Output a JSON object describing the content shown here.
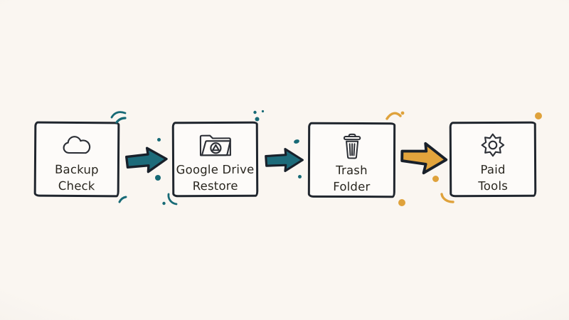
{
  "figure": {
    "type": "flow-diagram",
    "background": "#faf6f1",
    "box_fill": "#fdfbf9",
    "outline_color": "#20262e",
    "text_color": "#29261f",
    "teal": "#1d6b7a",
    "orange": "#e2a43c"
  },
  "steps": [
    {
      "lines": [
        "Backup",
        "Check"
      ],
      "icon": "cloud-icon"
    },
    {
      "lines": [
        "Google Drive",
        "Restore"
      ],
      "icon": "google-drive-folder-icon"
    },
    {
      "lines": [
        "Trash",
        "Folder"
      ],
      "icon": "trash-icon"
    },
    {
      "lines": [
        "Paid",
        "Tools"
      ],
      "icon": "gear-icon"
    }
  ],
  "arrows": [
    {
      "from": "Backup Check",
      "to": "Google Drive Restore",
      "color": "#1d6b7a"
    },
    {
      "from": "Google Drive Restore",
      "to": "Trash Folder",
      "color": "#1d6b7a"
    },
    {
      "from": "Trash Folder",
      "to": "Paid Tools",
      "color": "#e2a43c"
    }
  ]
}
